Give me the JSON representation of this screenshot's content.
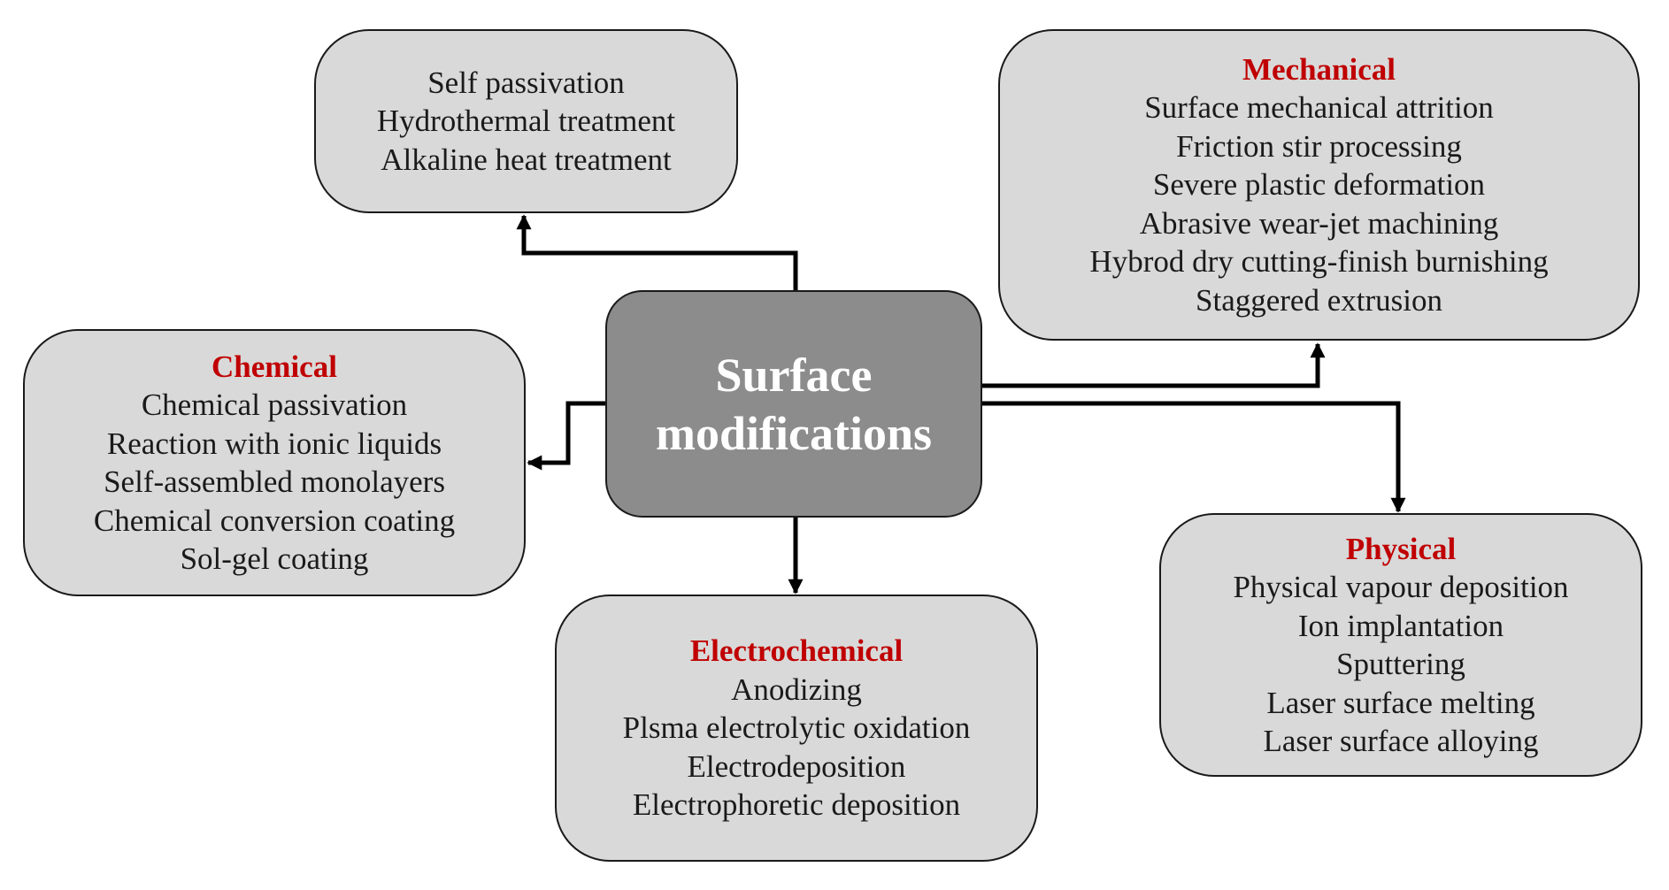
{
  "center": {
    "line1": "Surface",
    "line2": "modifications"
  },
  "top_box": {
    "items": [
      "Self passivation",
      "Hydrothermal treatment",
      "Alkaline heat treatment"
    ]
  },
  "mechanical": {
    "title": "Mechanical",
    "items": [
      "Surface mechanical attrition",
      "Friction stir processing",
      "Severe plastic deformation",
      "Abrasive wear-jet machining",
      "Hybrod dry cutting-finish burnishing",
      "Staggered extrusion"
    ]
  },
  "chemical": {
    "title": "Chemical",
    "items": [
      "Chemical passivation",
      "Reaction with ionic liquids",
      "Self-assembled monolayers",
      "Chemical conversion coating",
      "Sol-gel coating"
    ]
  },
  "electrochemical": {
    "title": "Electrochemical",
    "items": [
      "Anodizing",
      "Plsma electrolytic oxidation",
      "Electrodeposition",
      "Electrophoretic deposition"
    ]
  },
  "physical": {
    "title": "Physical",
    "items": [
      "Physical vapour deposition",
      "Ion implantation",
      "Sputtering",
      "Laser surface melting",
      "Laser surface alloying"
    ]
  },
  "colors": {
    "category_title": "#c00000",
    "box_fill": "#d9d9d9",
    "center_fill": "#8c8c8c",
    "center_text": "#ffffff",
    "text": "#1a1a1a"
  }
}
